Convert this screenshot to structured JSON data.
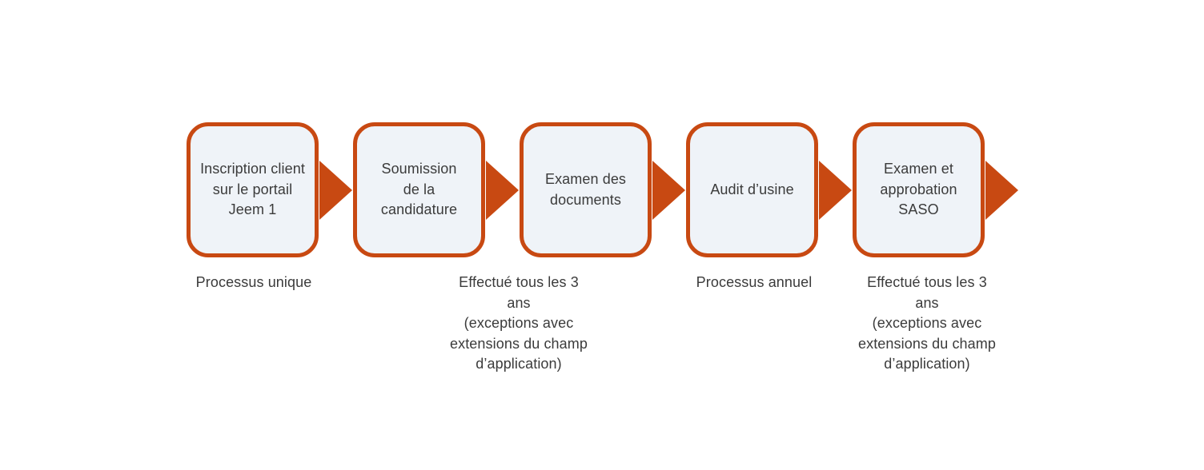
{
  "diagram": {
    "type": "process-flow",
    "direction": "left-to-right",
    "steps": [
      {
        "label": "Inscription client\nsur le portail\nJeem 1"
      },
      {
        "label": "Soumission\nde la\ncandidature"
      },
      {
        "label": "Examen des\ndocuments"
      },
      {
        "label": "Audit d’usine"
      },
      {
        "label": "Examen et\napprobation\nSASO"
      }
    ],
    "captions": [
      {
        "text": "Processus unique"
      },
      {
        "text": "Effectué tous les 3\nans\n(exceptions avec\nextensions du champ\nd’application)"
      },
      {
        "text": "Processus annuel"
      },
      {
        "text": "Effectué tous les 3\nans\n(exceptions avec\nextensions du champ\nd’application)"
      }
    ],
    "colors": {
      "accent_orange": "#c84912",
      "box_fill": "#eff3f8",
      "text": "#3b3b3b",
      "background": "#ffffff"
    }
  }
}
